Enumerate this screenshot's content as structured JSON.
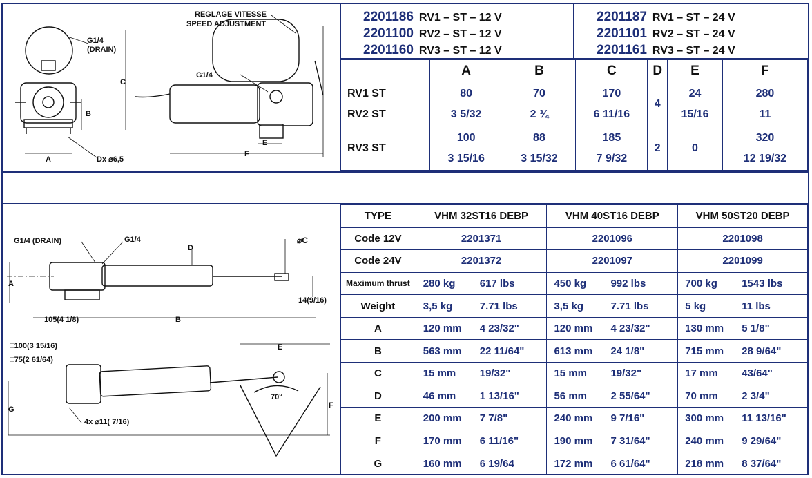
{
  "top": {
    "drawing_labels": {
      "reglage": "REGLAGE VITESSE",
      "speed": "SPEED ADJUSTMENT",
      "g14_drain": "G1/4",
      "drain": "(DRAIN)",
      "g14": "G1/4",
      "dim_c": "C",
      "dim_b": "B",
      "dim_a": "A",
      "dim_d": "Dx ⌀6,5",
      "dim_e": "E",
      "dim_f": "F"
    },
    "codes_left": [
      {
        "num": "2201186",
        "desc": "RV1 – ST – 12 V"
      },
      {
        "num": "2201100",
        "desc": "RV2 – ST – 12 V"
      },
      {
        "num": "2201160",
        "desc": "RV3 – ST – 12 V"
      }
    ],
    "codes_right": [
      {
        "num": "2201187",
        "desc": "RV1 – ST – 24 V"
      },
      {
        "num": "2201101",
        "desc": "RV2 – ST – 24 V"
      },
      {
        "num": "2201161",
        "desc": "RV3 – ST – 24 V"
      }
    ],
    "headers": [
      "A",
      "B",
      "C",
      "D",
      "E",
      "F"
    ],
    "rows": {
      "rv1_label": "RV1 ST",
      "rv2_label": "RV2 ST",
      "rv3_label": "RV3 ST",
      "a_12": "80",
      "a_12b": "3 5/32",
      "b_12": "70",
      "b_12b": "2 ¾",
      "c_12": "170",
      "c_12b": "6 11/16",
      "d_12": "4",
      "e_12": "24",
      "e_12b": "15/16",
      "f_12": "280",
      "f_12b": "11",
      "a_3": "100",
      "a_3b": "3 15/16",
      "b_3": "88",
      "b_3b": "3 15/32",
      "c_3": "185",
      "c_3b": "7 9/32",
      "d_3": "2",
      "e_3": "0",
      "f_3": "320",
      "f_3b": "12 19/32"
    }
  },
  "bottom": {
    "drawing_labels": {
      "g14_drain": "G1/4 (DRAIN)",
      "g14": "G1/4",
      "dim_d": "D",
      "dim_c": "⌀C",
      "dim_a": "A",
      "dim_14": "14(9/16)",
      "dim_105": "105(4 1/8)",
      "dim_b": "B",
      "sq100": "□100(3 15/16)",
      "sq75": "□75(2 61/64)",
      "dim_e": "E",
      "angle": "70°",
      "dim_f": "F",
      "dim_g": "G",
      "holes": "4x ⌀11( 7/16)"
    },
    "header": [
      "TYPE",
      "VHM 32ST16 DEBP",
      "VHM 40ST16 DEBP",
      "VHM 50ST20 DEBP"
    ],
    "rows": [
      {
        "label": "Code 12V",
        "values": [
          "2201371",
          "2201096",
          "2201098"
        ]
      },
      {
        "label": "Code 24V",
        "values": [
          "2201372",
          "2201097",
          "2201099"
        ]
      },
      {
        "label": "Maximum thrust",
        "pairs": [
          [
            "280 kg",
            "617 lbs"
          ],
          [
            "450 kg",
            "992 lbs"
          ],
          [
            "700 kg",
            "1543 lbs"
          ]
        ]
      },
      {
        "label": "Weight",
        "pairs": [
          [
            "3,5 kg",
            "7.71 lbs"
          ],
          [
            "3,5 kg",
            "7.71 lbs"
          ],
          [
            "5 kg",
            "11 lbs"
          ]
        ]
      },
      {
        "label": "A",
        "pairs": [
          [
            "120 mm",
            "4 23/32\""
          ],
          [
            "120 mm",
            "4 23/32\""
          ],
          [
            "130 mm",
            "5 1/8\""
          ]
        ]
      },
      {
        "label": "B",
        "pairs": [
          [
            "563 mm",
            "22 11/64\""
          ],
          [
            "613 mm",
            "24 1/8\""
          ],
          [
            "715 mm",
            "28 9/64\""
          ]
        ]
      },
      {
        "label": "C",
        "pairs": [
          [
            "15 mm",
            "19/32\""
          ],
          [
            "15 mm",
            "19/32\""
          ],
          [
            "17 mm",
            "43/64\""
          ]
        ]
      },
      {
        "label": "D",
        "pairs": [
          [
            "46 mm",
            "1 13/16\""
          ],
          [
            "56 mm",
            "2 55/64\""
          ],
          [
            "70 mm",
            "2 3/4\""
          ]
        ]
      },
      {
        "label": "E",
        "pairs": [
          [
            "200 mm",
            "7 7/8\""
          ],
          [
            "240 mm",
            "9 7/16\""
          ],
          [
            "300 mm",
            "11 13/16\""
          ]
        ]
      },
      {
        "label": "F",
        "pairs": [
          [
            "170 mm",
            "6 11/16\""
          ],
          [
            "190 mm",
            "7 31/64\""
          ],
          [
            "240 mm",
            "9 29/64\""
          ]
        ]
      },
      {
        "label": "G",
        "pairs": [
          [
            "160 mm",
            "6 19/64"
          ],
          [
            "172 mm",
            "6 61/64\""
          ],
          [
            "218 mm",
            "8 37/64\""
          ]
        ]
      }
    ]
  }
}
